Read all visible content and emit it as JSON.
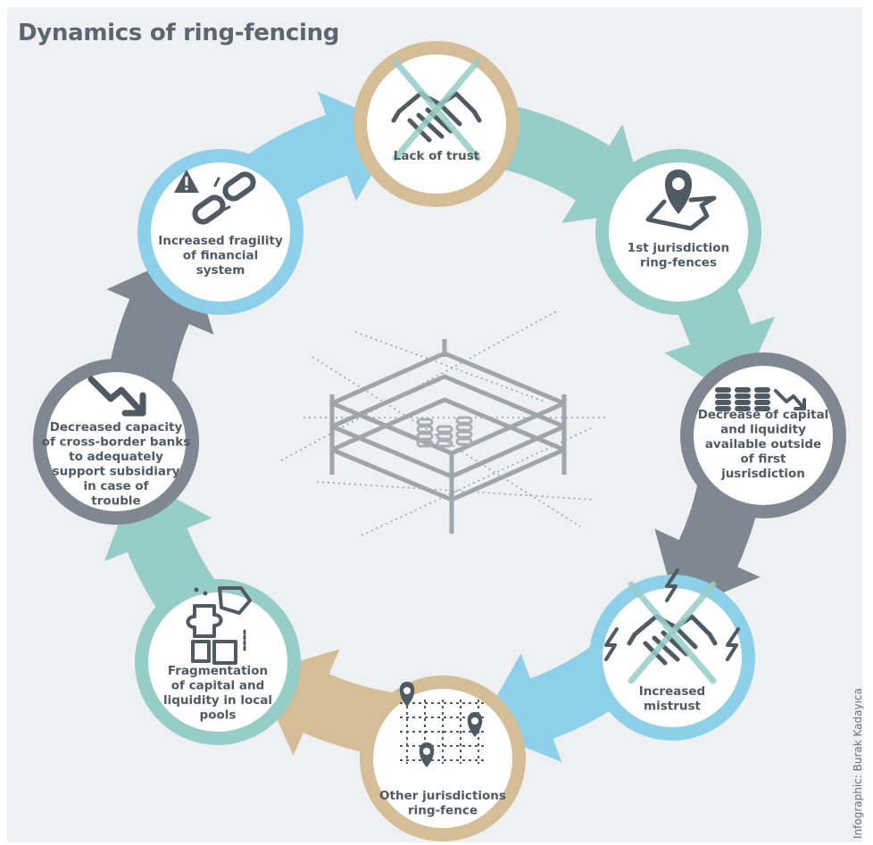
{
  "title": "Dynamics of ring-fencing",
  "credit": "Infographic: Burak Kadayıca",
  "colors": {
    "tan": "#d4bd97",
    "teal": "#97cdc7",
    "blue": "#8ecfea",
    "gray": "#7f8790",
    "icon": "#4f5a63",
    "background": "#eef0f1"
  },
  "nodes": [
    {
      "id": "lack-of-trust",
      "lines": [
        "Lack of trust"
      ],
      "ring": "tan",
      "icon": "handshake-crossed-icon"
    },
    {
      "id": "first-jurisdiction",
      "lines": [
        "1st jurisdiction",
        "ring-fences"
      ],
      "ring": "teal",
      "icon": "map-pin-icon"
    },
    {
      "id": "decrease-capital",
      "lines": [
        "Decrease of capital",
        "and liquidity",
        "available outside",
        "of first",
        "jusrisdiction"
      ],
      "ring": "gray",
      "icon": "coins-down-icon"
    },
    {
      "id": "increased-mistrust",
      "lines": [
        "Increased",
        "mistrust"
      ],
      "ring": "blue",
      "icon": "handshake-lightning-icon"
    },
    {
      "id": "other-jurisdictions",
      "lines": [
        "Other jurisdictions",
        "ring-fence"
      ],
      "ring": "tan",
      "icon": "grid-pins-icon"
    },
    {
      "id": "fragmentation",
      "lines": [
        "Fragmentation",
        "of capital and",
        "liquidity in local",
        "pools"
      ],
      "ring": "teal",
      "icon": "puzzle-icon"
    },
    {
      "id": "decreased-capacity",
      "lines": [
        "Decreased capacity",
        "of cross-border banks",
        "to adequately",
        "support subsidiary",
        "in case of",
        "trouble"
      ],
      "ring": "gray",
      "icon": "trend-down-icon"
    },
    {
      "id": "increased-fragility",
      "lines": [
        "Increased fragility",
        "of financial",
        "system"
      ],
      "ring": "blue",
      "icon": "broken-chain-warning-icon"
    }
  ]
}
